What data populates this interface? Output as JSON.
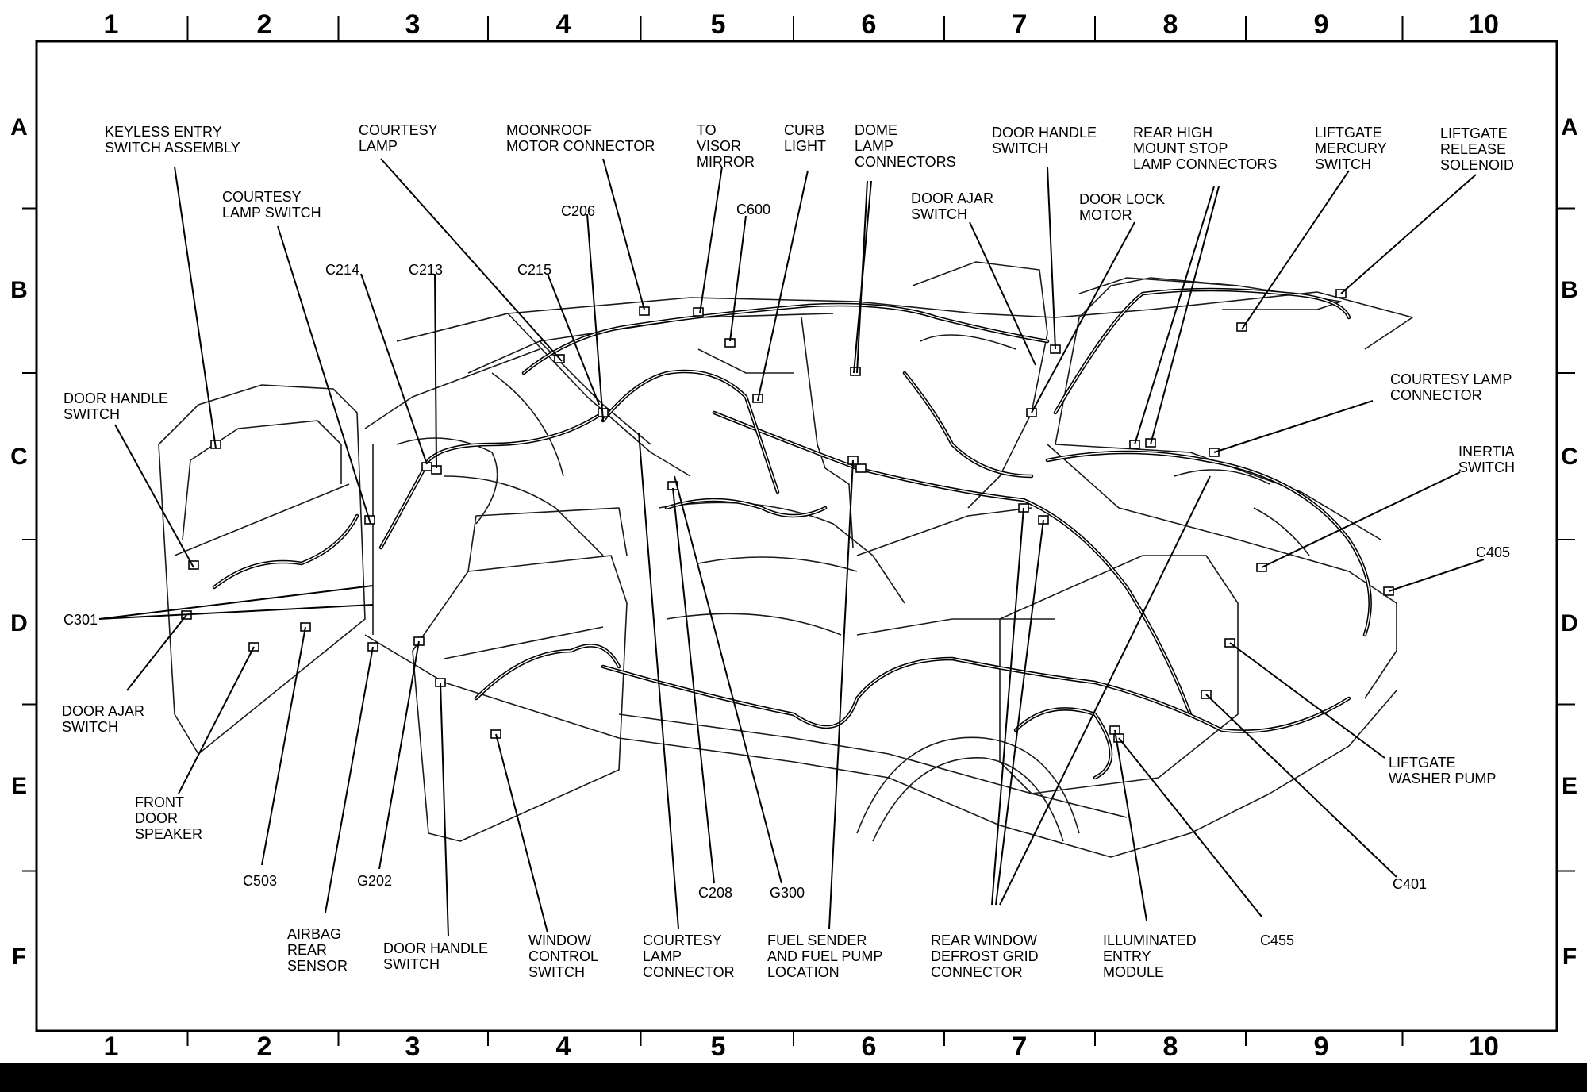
{
  "grid": {
    "columns": [
      "1",
      "2",
      "3",
      "4",
      "5",
      "6",
      "7",
      "8",
      "9",
      "10"
    ],
    "rows": [
      "A",
      "B",
      "C",
      "D",
      "E",
      "F"
    ]
  },
  "callouts": [
    {
      "id": "keyless-entry",
      "lines": [
        "KEYLESS ENTRY",
        "SWITCH ASSEMBLY"
      ]
    },
    {
      "id": "courtesy-lamp-switch",
      "lines": [
        "COURTESY",
        "LAMP SWITCH"
      ]
    },
    {
      "id": "courtesy-lamp-top",
      "lines": [
        "COURTESY",
        "LAMP"
      ]
    },
    {
      "id": "moonroof-motor",
      "lines": [
        "MOONROOF",
        "MOTOR CONNECTOR"
      ]
    },
    {
      "id": "to-visor-mirror",
      "lines": [
        "TO",
        "VISOR",
        "MIRROR"
      ]
    },
    {
      "id": "curb-light",
      "lines": [
        "CURB",
        "LIGHT"
      ]
    },
    {
      "id": "dome-lamp",
      "lines": [
        "DOME",
        "LAMP",
        "CONNECTORS"
      ]
    },
    {
      "id": "door-handle-switch-rear",
      "lines": [
        "DOOR HANDLE",
        "SWITCH"
      ]
    },
    {
      "id": "door-ajar-switch-rear",
      "lines": [
        "DOOR AJAR",
        "SWITCH"
      ]
    },
    {
      "id": "door-lock-motor",
      "lines": [
        "DOOR LOCK",
        "MOTOR"
      ]
    },
    {
      "id": "rear-high-mount",
      "lines": [
        "REAR HIGH",
        "MOUNT STOP",
        "LAMP CONNECTORS"
      ]
    },
    {
      "id": "liftgate-mercury",
      "lines": [
        "LIFTGATE",
        "MERCURY",
        "SWITCH"
      ]
    },
    {
      "id": "liftgate-release",
      "lines": [
        "LIFTGATE",
        "RELEASE",
        "SOLENOID"
      ]
    },
    {
      "id": "c206",
      "lines": [
        "C206"
      ]
    },
    {
      "id": "c600",
      "lines": [
        "C600"
      ]
    },
    {
      "id": "c214",
      "lines": [
        "C214"
      ]
    },
    {
      "id": "c213",
      "lines": [
        "C213"
      ]
    },
    {
      "id": "c215",
      "lines": [
        "C215"
      ]
    },
    {
      "id": "door-handle-switch-front",
      "lines": [
        "DOOR HANDLE",
        "SWITCH"
      ]
    },
    {
      "id": "courtesy-lamp-connector-rear",
      "lines": [
        "COURTESY LAMP",
        "CONNECTOR"
      ]
    },
    {
      "id": "inertia-switch",
      "lines": [
        "INERTIA",
        "SWITCH"
      ]
    },
    {
      "id": "c405",
      "lines": [
        "C405"
      ]
    },
    {
      "id": "c301",
      "lines": [
        "C301"
      ]
    },
    {
      "id": "door-ajar-switch-front",
      "lines": [
        "DOOR AJAR",
        "SWITCH"
      ]
    },
    {
      "id": "front-door-speaker",
      "lines": [
        "FRONT",
        "DOOR",
        "SPEAKER"
      ]
    },
    {
      "id": "liftgate-washer-pump",
      "lines": [
        "LIFTGATE",
        "WASHER PUMP"
      ]
    },
    {
      "id": "c503",
      "lines": [
        "C503"
      ]
    },
    {
      "id": "g202",
      "lines": [
        "G202"
      ]
    },
    {
      "id": "c208",
      "lines": [
        "C208"
      ]
    },
    {
      "id": "g300",
      "lines": [
        "G300"
      ]
    },
    {
      "id": "c401",
      "lines": [
        "C401"
      ]
    },
    {
      "id": "airbag-rear-sensor",
      "lines": [
        "AIRBAG",
        "REAR",
        "SENSOR"
      ]
    },
    {
      "id": "door-handle-switch-lower",
      "lines": [
        "DOOR HANDLE",
        "SWITCH"
      ]
    },
    {
      "id": "window-control-switch",
      "lines": [
        "WINDOW",
        "CONTROL",
        "SWITCH"
      ]
    },
    {
      "id": "courtesy-lamp-connector-lower",
      "lines": [
        "COURTESY",
        "LAMP",
        "CONNECTOR"
      ]
    },
    {
      "id": "fuel-sender",
      "lines": [
        "FUEL SENDER",
        "AND FUEL PUMP",
        "LOCATION"
      ]
    },
    {
      "id": "rear-window-defrost",
      "lines": [
        "REAR WINDOW",
        "DEFROST GRID",
        "CONNECTOR"
      ]
    },
    {
      "id": "illuminated-entry",
      "lines": [
        "ILLUMINATED",
        "ENTRY",
        "MODULE"
      ]
    },
    {
      "id": "c455",
      "lines": [
        "C455"
      ]
    }
  ]
}
